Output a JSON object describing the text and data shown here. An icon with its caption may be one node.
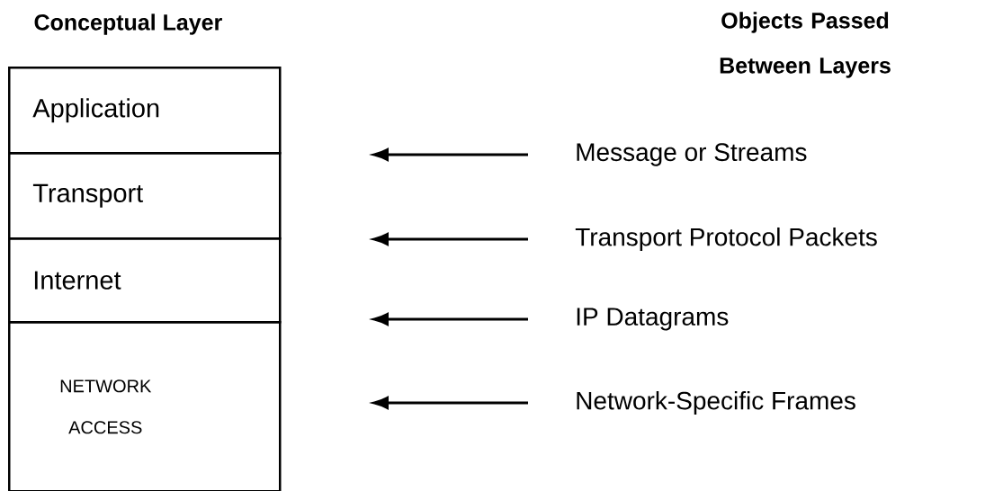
{
  "diagram": {
    "nodes": [
      {
        "text": [
          "Application"
        ]
      },
      {
        "text": [
          "Transport"
        ]
      },
      {
        "text": [
          "Internet"
        ]
      },
      {
        "text": [
          "NETWORK ACCESS"
        ]
      },
      {
        "text": [
          "Message or Streams"
        ]
      },
      {
        "text": [
          "Transport Protocol Packets"
        ]
      },
      {
        "text": [
          "IP Datagrams"
        ]
      },
      {
        "text": [
          "Network-Specific Frames"
        ]
      }
    ],
    "edges": [
      {
        "from": 4,
        "to": null,
        "arrow": "to"
      },
      {
        "from": 5,
        "to": null,
        "arrow": "to"
      },
      {
        "from": 6,
        "to": null,
        "arrow": "to"
      },
      {
        "from": 7,
        "to": null,
        "arrow": "to"
      }
    ],
    "labels": [
      "Conceptual Layer",
      "Objects Passed Between Layers"
    ]
  }
}
